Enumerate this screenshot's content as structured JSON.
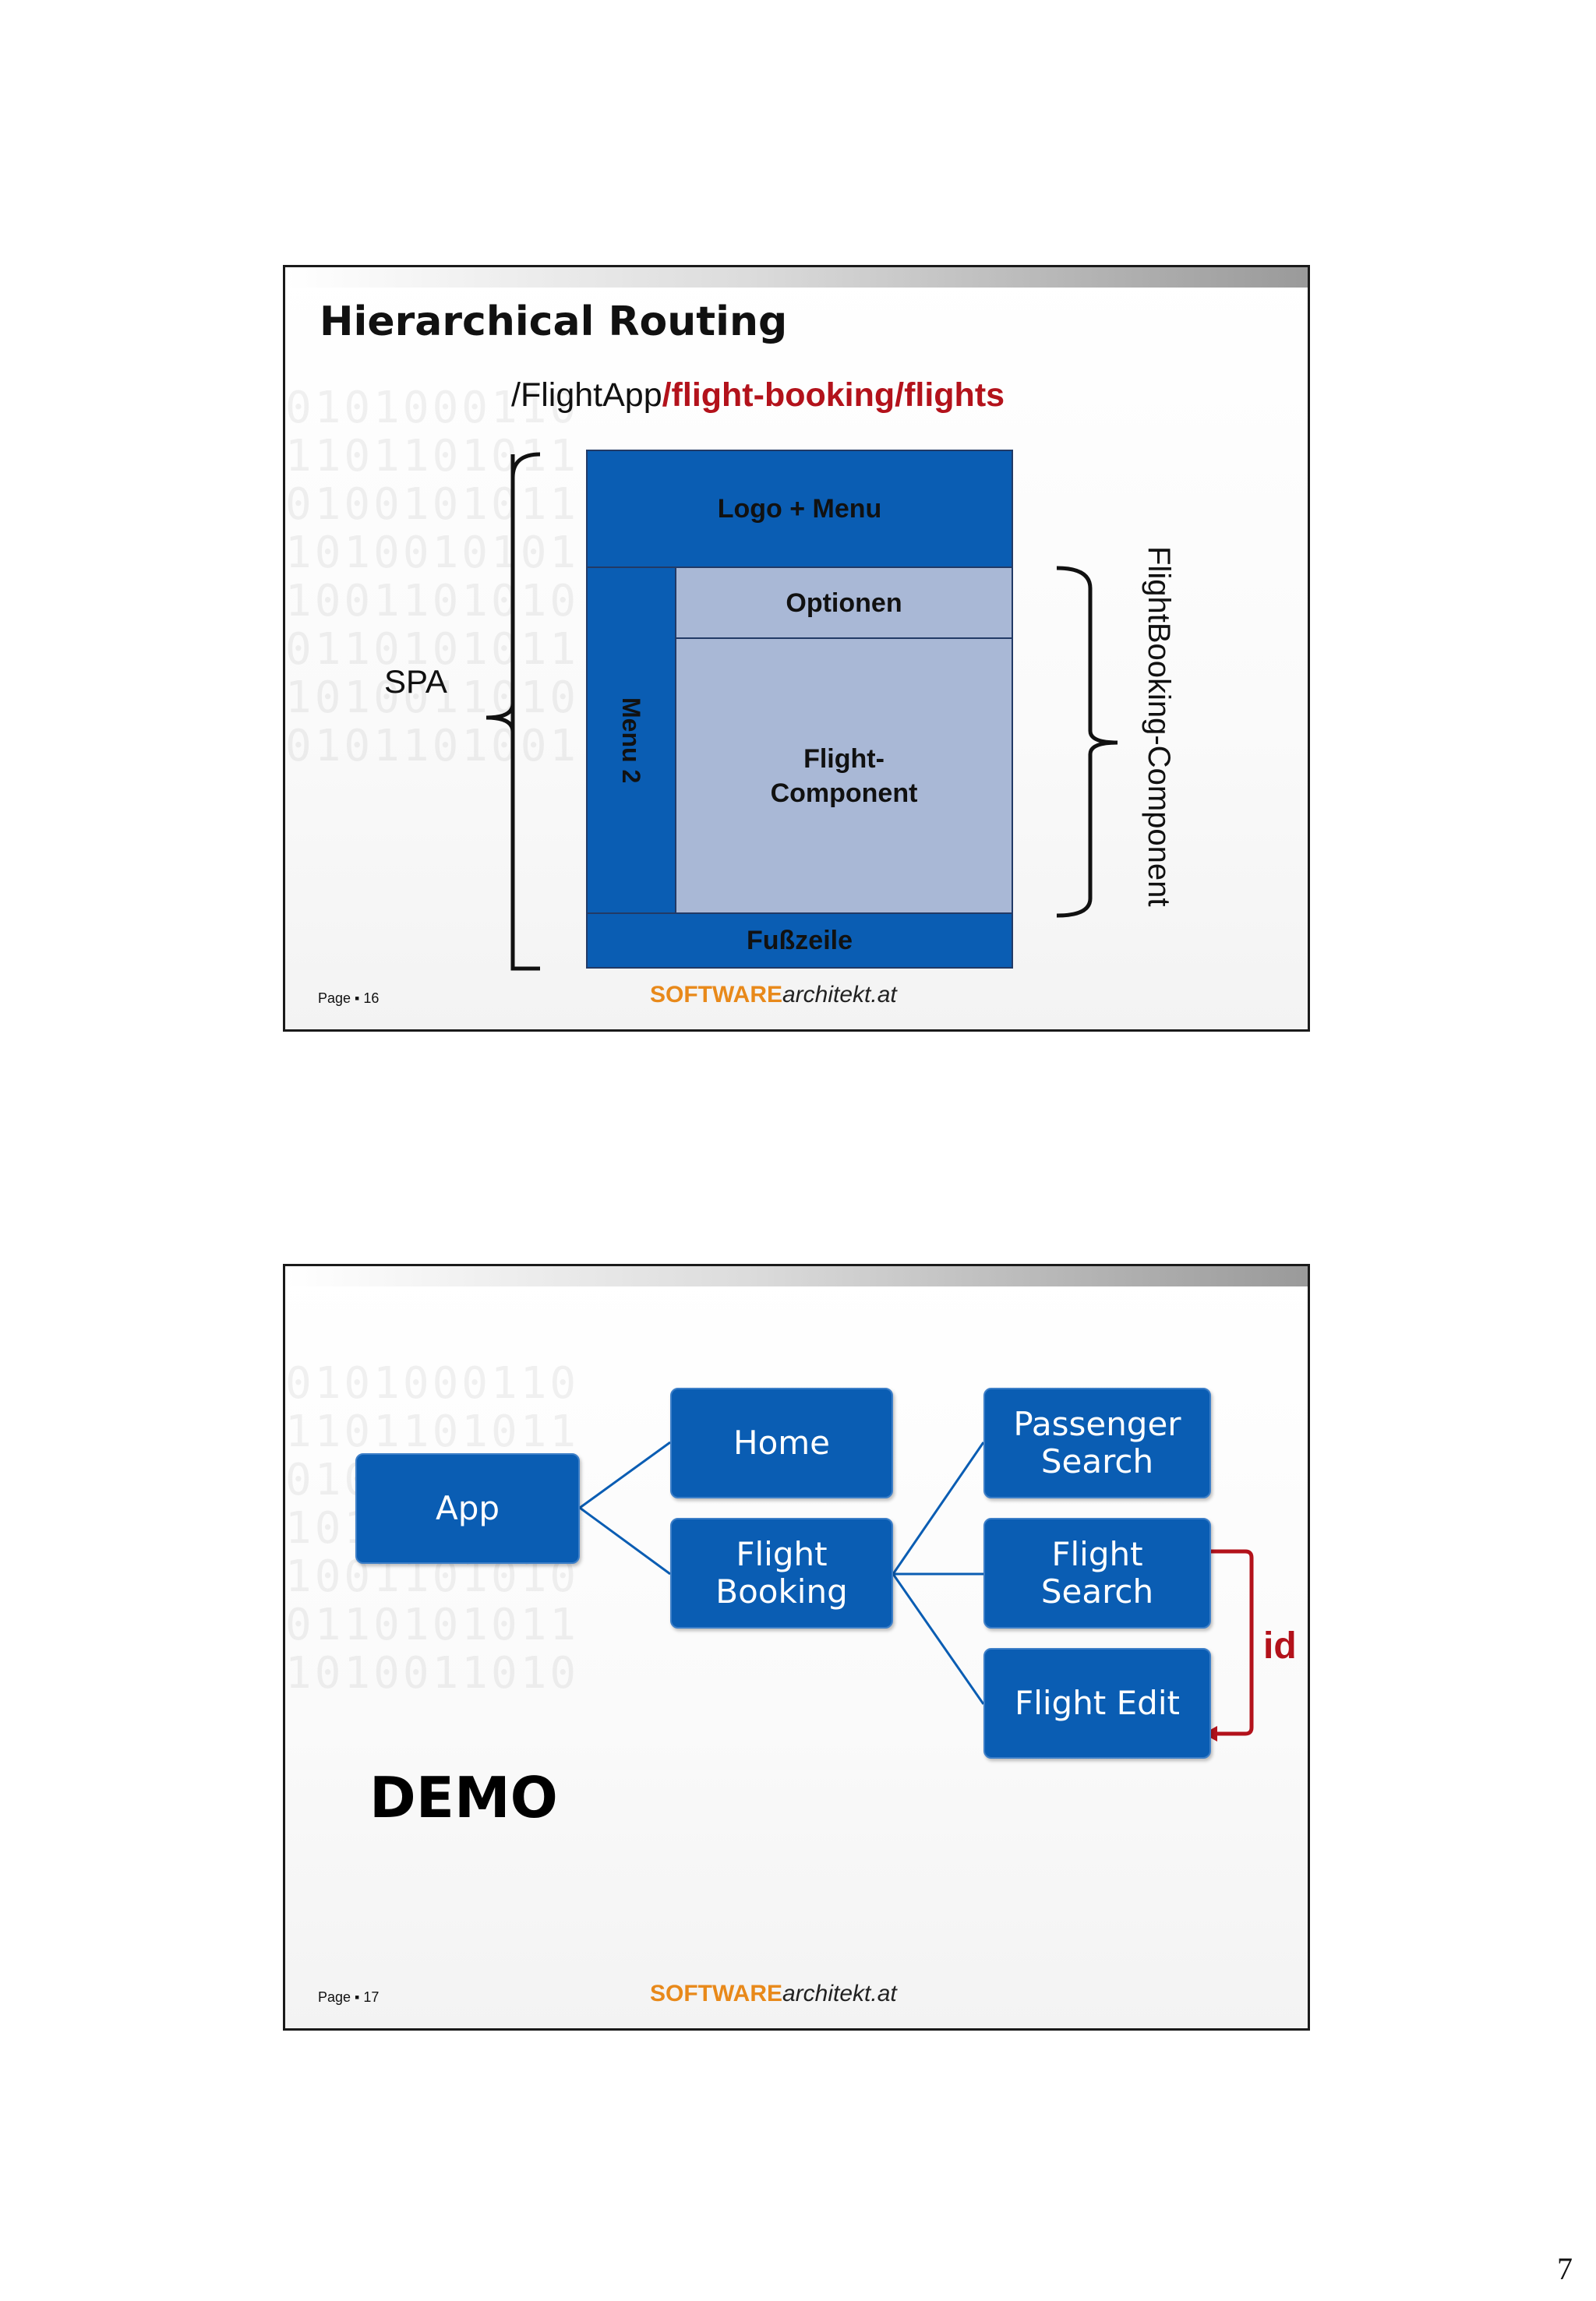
{
  "slide1": {
    "title": "Hierarchical Routing",
    "route_plain": "/FlightApp",
    "route_highlight": "/flight-booking/flights",
    "spa_label": "SPA",
    "component_label": "FlightBooking-Component",
    "boxes": {
      "logo_menu": "Logo + Menu",
      "menu2": "Menu 2",
      "optionen": "Optionen",
      "flight_component": "Flight-\nComponent",
      "fusszeile": "Fußzeile"
    },
    "page": "Page ▪ 16",
    "logo_brand": "SOFTWARE",
    "logo_domain": "architekt.at"
  },
  "slide2": {
    "nodes": {
      "app": "App",
      "home": "Home",
      "flight_booking": "Flight\nBooking",
      "passenger_search": "Passenger\nSearch",
      "flight_search": "Flight\nSearch",
      "flight_edit": "Flight Edit"
    },
    "id_label": "id",
    "demo": "DEMO",
    "page": "Page ▪ 17",
    "logo_brand": "SOFTWARE",
    "logo_domain": "architekt.at"
  },
  "document_page_number": "7",
  "colors": {
    "node_blue": "#0a5db3",
    "light_blue": "#a9b8d6",
    "accent_red": "#b3121b",
    "brand_orange": "#e8891a"
  }
}
